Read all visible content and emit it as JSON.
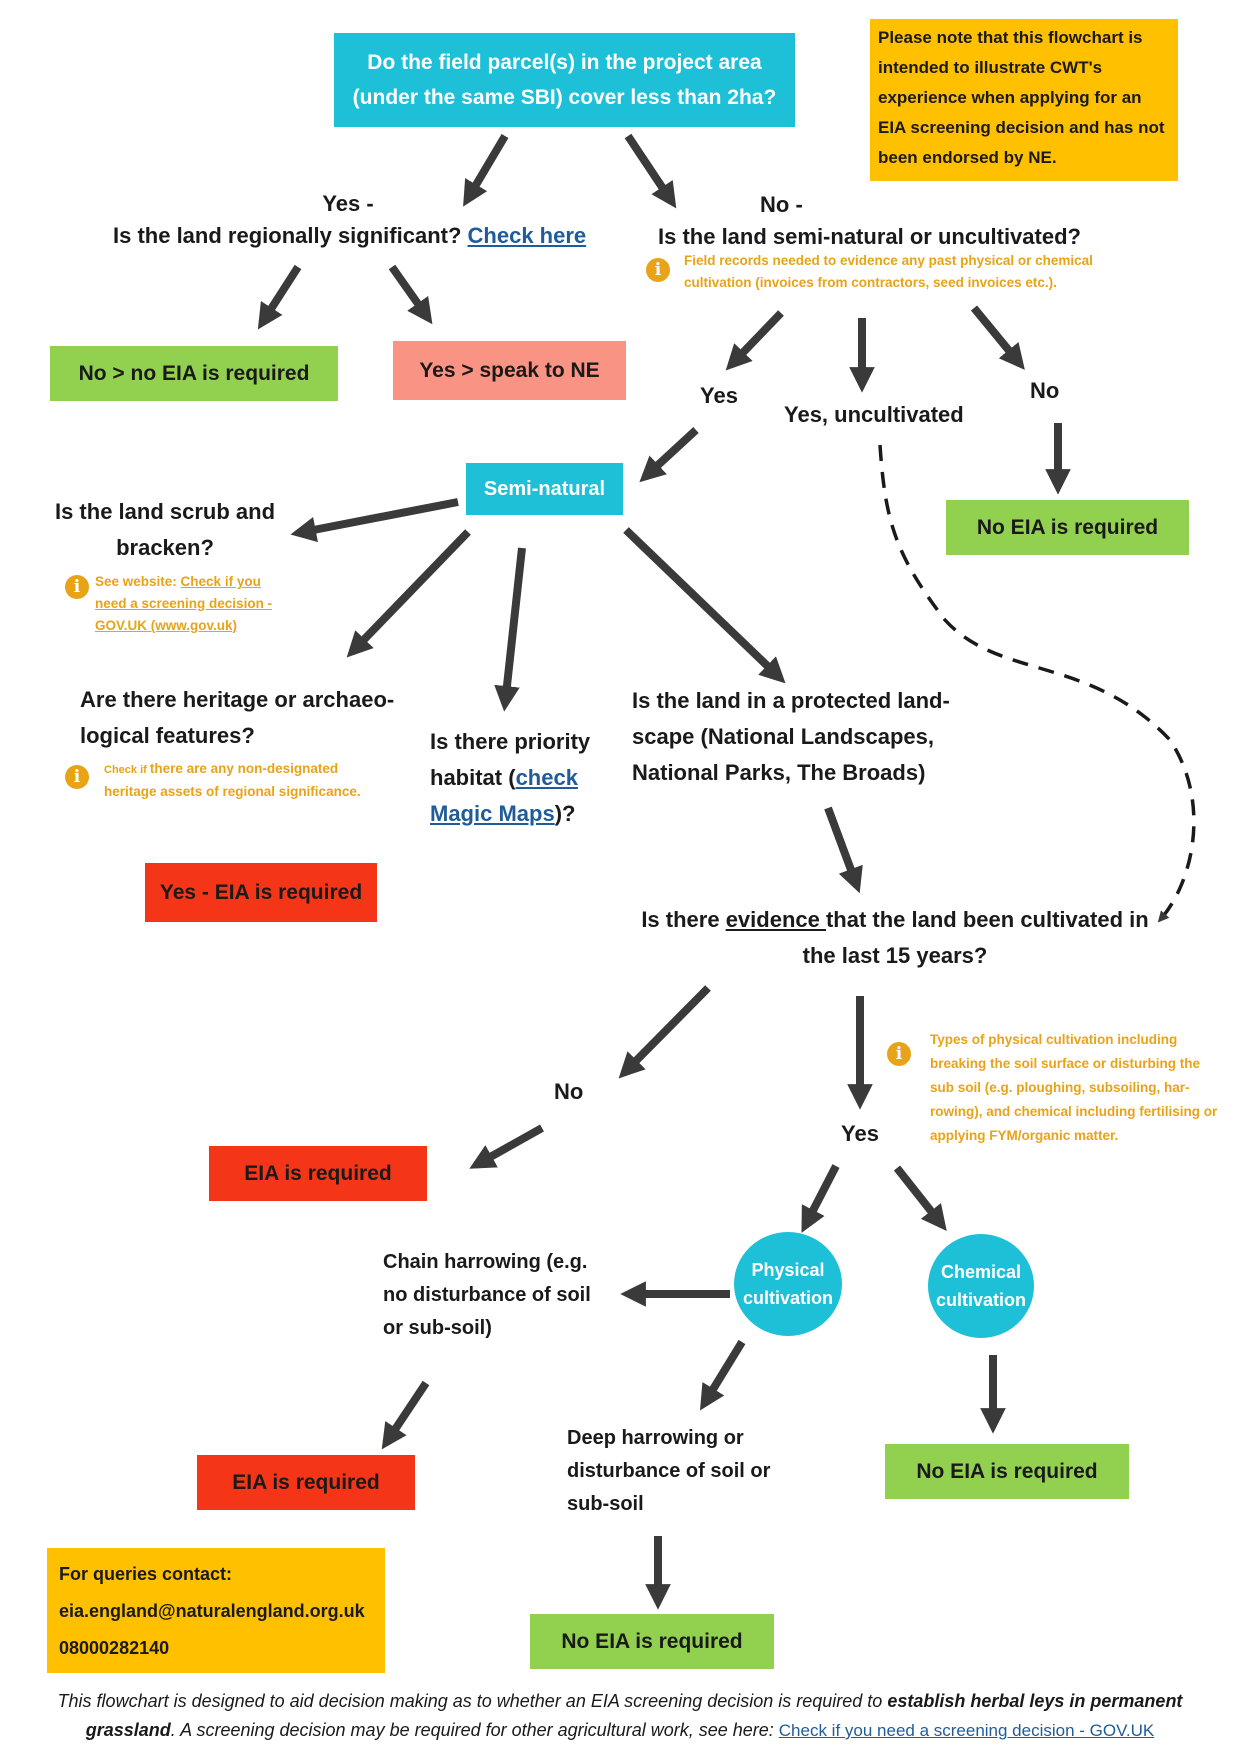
{
  "top_question": "Do the field parcel(s) in the project area (under the same SBI) cover less than 2ha?",
  "disclaimer": "Please note that this flowchart is intended to illustrate CWT's experience when applying for an EIA screening decision and has not been endorsed by NE.",
  "yes_branch": {
    "label": "Yes -",
    "question": "Is the land regionally significant?",
    "link": "Check here",
    "no_outcome": "No > no EIA is required",
    "yes_outcome": "Yes  > speak to NE"
  },
  "no_branch": {
    "label": "No  -",
    "question": "Is the land semi-natural or uncultivated?",
    "note": "Field records needed to evidence any past physical or chemical cultivation (invoices from contractors, seed invoices etc.).",
    "yes_label": "Yes",
    "uncultivated_label": "Yes, uncultivated",
    "no_label": "No",
    "no_outcome": "No EIA is required"
  },
  "semi_natural": {
    "title": "Semi-natural",
    "scrub_question": "Is the land scrub and bracken?",
    "scrub_note_prefix": "See website: ",
    "scrub_note_link": "Check if you need a screening decision - GOV.UK (www.gov.uk)",
    "heritage_question": "Are there heritage or archaeo-logical features?",
    "heritage_note_small": "Check if ",
    "heritage_note": "there are any non-designated heritage assets of regional significance.",
    "habitat_question_a": "Is there priority habitat (",
    "habitat_link": "check Magic Maps",
    "habitat_question_b": ")?",
    "protected_question": "Is the land in a protected land-scape (National Landscapes, National Parks, The Broads)",
    "yes_outcome": "Yes  - EIA is required"
  },
  "evidence": {
    "question_a": "Is there ",
    "question_link": "evidence ",
    "question_b": "that the land been cultivated in the last 15 years?",
    "no_label": "No",
    "no_outcome": "EIA is required",
    "yes_label": "Yes",
    "note": "Types of physical cultivation including breaking the soil surface or disturbing the sub soil (e.g. ploughing, subsoiling, har-rowing), and chemical including fertilising or applying FYM/organic matter."
  },
  "cultivation": {
    "physical": "Physical cultivation",
    "chemical": "Chemical cultivation",
    "chain_harrowing": "Chain harrowing (e.g. no disturbance of soil or sub-soil)",
    "chain_outcome": "EIA is required",
    "deep_harrowing": "Deep harrowing or disturbance of soil or sub-soil",
    "deep_outcome": "No EIA is required",
    "chemical_outcome": "No EIA is required"
  },
  "contact": {
    "heading": "For queries contact:",
    "email": "eia.england@naturalengland.org.uk",
    "phone": "08000282140"
  },
  "footer": {
    "text_a": "This flowchart is designed to aid decision making as to whether an EIA screening decision is required to ",
    "text_bold": "establish herbal leys in permanent grassland",
    "text_b": ". A screening decision may be required for other agricultural work, see here: ",
    "link": "Check if you need a screening decision - GOV.UK"
  },
  "colors": {
    "cyan": "#1ec0d8",
    "green": "#92d050",
    "red": "#f43518",
    "salmon": "#f99384",
    "amber": "#ffc000",
    "note_orange": "#e8a317",
    "arrow": "#3a3a3a"
  },
  "icons": [
    "info-icon",
    "arrow-icon"
  ]
}
